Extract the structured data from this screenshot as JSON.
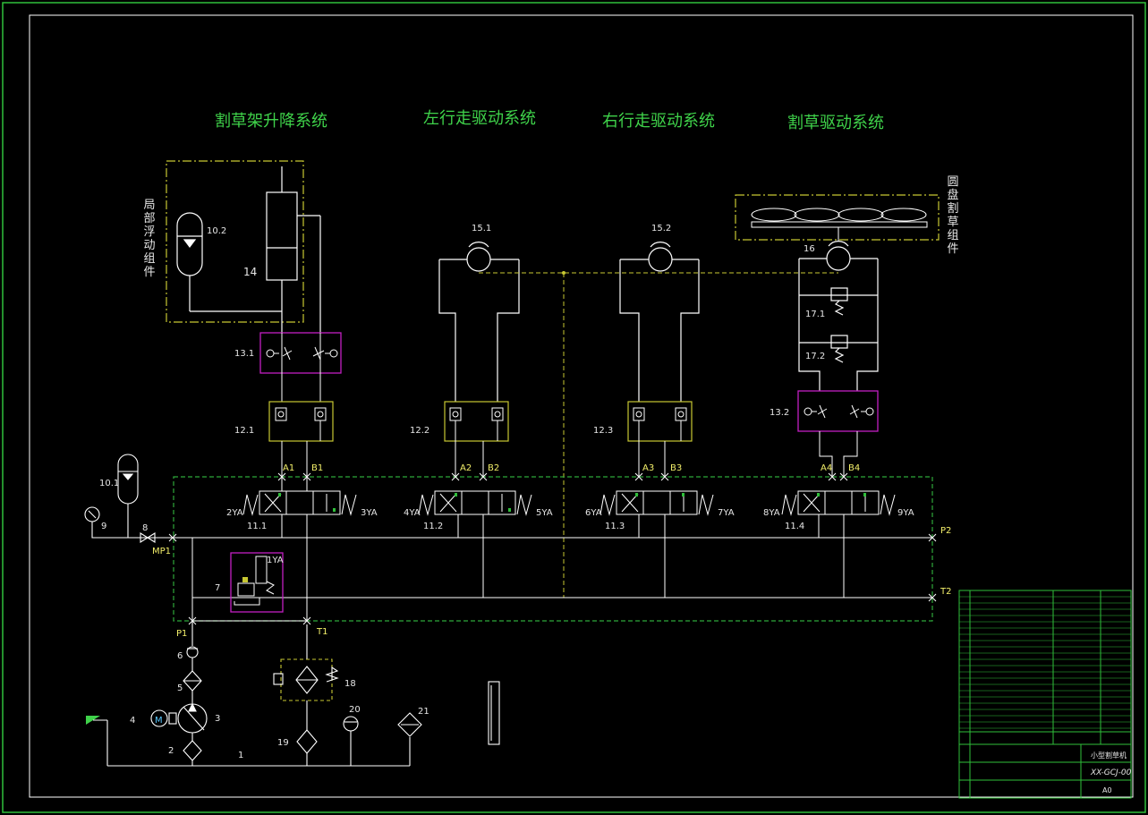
{
  "colors": {
    "background": "#000000",
    "border": "#2fbf3a",
    "line": "#ffffff",
    "title": "#3fd24a",
    "dash_box": "#c8c832",
    "green_box": "#2ea83a",
    "magenta_box": "#c31ec3",
    "yellow_text": "#f3ef6a"
  },
  "titles": {
    "lift": "割草架升降系统",
    "left_drive": "左行走驱动系统",
    "right_drive": "右行走驱动系统",
    "mow_drive": "割草驱动系统"
  },
  "side_labels": {
    "float": "局部浮动组件",
    "disc": "圆盘割草组件"
  },
  "components": {
    "c10_2": "10.2",
    "c14": "14",
    "c13_1": "13.1",
    "c12_1": "12.1",
    "c15_1": "15.1",
    "c15_2": "15.2",
    "c16": "16",
    "c17_1": "17.1",
    "c17_2": "17.2",
    "c13_2": "13.2",
    "c12_2": "12.2",
    "c12_3": "12.3",
    "c10_1": "10.1",
    "c9": "9",
    "c8": "8",
    "c7": "7",
    "c6": "6",
    "c5": "5",
    "c4": "4",
    "c3": "3",
    "c2": "2",
    "c1": "1",
    "c18": "18",
    "c19": "19",
    "c20": "20",
    "c21": "21",
    "c11_1": "11.1",
    "c11_2": "11.2",
    "c11_3": "11.3",
    "c11_4": "11.4"
  },
  "ports": {
    "A1": "A1",
    "B1": "B1",
    "A2": "A2",
    "B2": "B2",
    "A3": "A3",
    "B3": "B3",
    "A4": "A4",
    "B4": "B4",
    "MP1": "MP1",
    "P1": "P1",
    "T1": "T1",
    "P2": "P2",
    "T2": "T2"
  },
  "solenoids": {
    "ya1": "1YA",
    "ya2": "2YA",
    "ya3": "3YA",
    "ya4": "4YA",
    "ya5": "5YA",
    "ya6": "6YA",
    "ya7": "7YA",
    "ya8": "8YA",
    "ya9": "9YA"
  },
  "title_block": {
    "drawing_no": "XX-GCJ-00",
    "name": "小型割草机",
    "sheet": "A0"
  }
}
